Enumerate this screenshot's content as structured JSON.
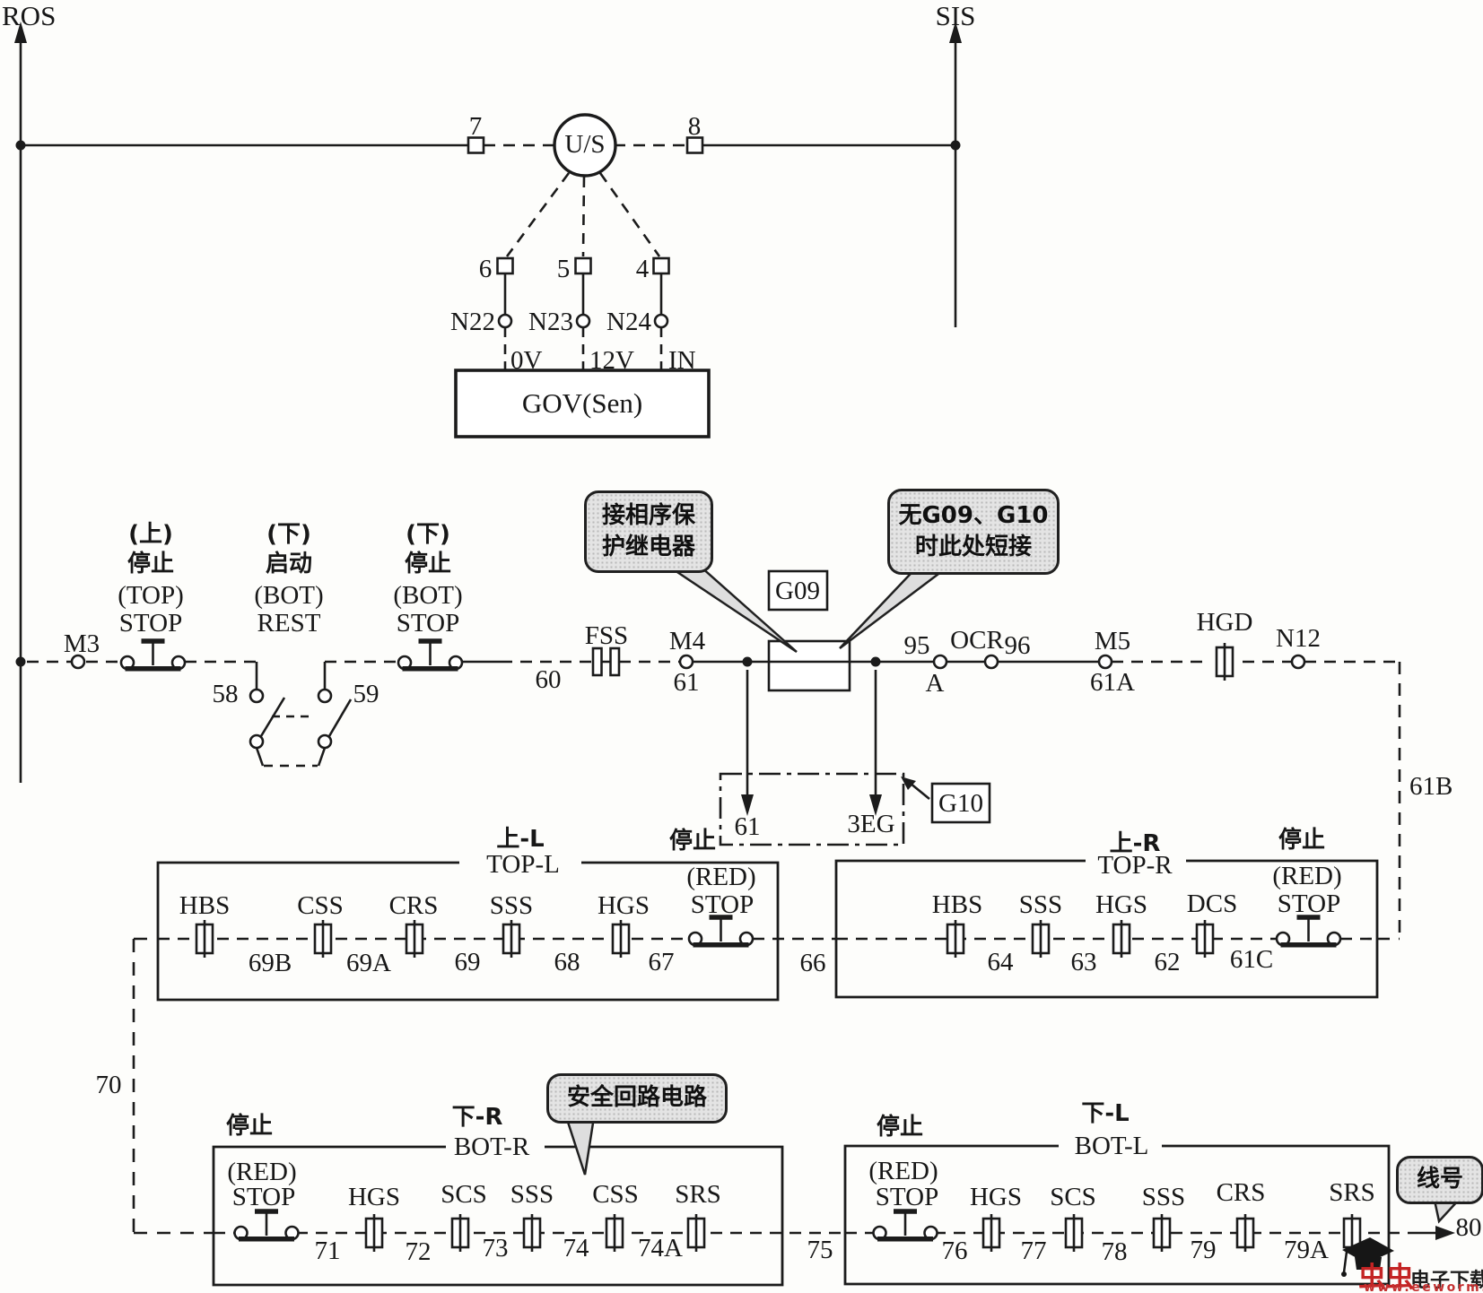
{
  "page": {
    "background": "#fdfdfb",
    "ink": "#1b1b1b",
    "accent_red": "#c42424",
    "bubble_bg": "#e4e4e4"
  },
  "buses": {
    "left": "ROS",
    "right": "SIS"
  },
  "governor": {
    "plug7": "7",
    "plug8": "8",
    "selector": "U/S",
    "plug6": "6",
    "plug5": "5",
    "plug4": "4",
    "t1": "N22",
    "t2": "N23",
    "t3": "N24",
    "p1": "0V",
    "p2": "12V",
    "p3": "IN",
    "unit": "GOV(Sen)"
  },
  "main_row": {
    "m3": "M3",
    "top_stop": {
      "l1": "(上)",
      "l2": "停止",
      "l3": "(TOP)",
      "l4": "STOP"
    },
    "bot_rest": {
      "l1": "(下)",
      "l2": "启动",
      "l3": "(BOT)",
      "l4": "REST"
    },
    "bot_stop": {
      "l1": "(下)",
      "l2": "停止",
      "l3": "(BOT)",
      "l4": "STOP"
    },
    "w58": "58",
    "w59": "59",
    "w60": "60",
    "fss": "FSS",
    "m4": "M4",
    "w61": "61",
    "w95": "95",
    "ocr": "OCR",
    "ocr_a": "A",
    "w96": "96",
    "m5": "M5",
    "w61a": "61A",
    "hgd": "HGD",
    "n12": "N12",
    "w61b": "61B"
  },
  "g09": {
    "tag": "G09",
    "in1": "61",
    "in2": "3EG",
    "g10": "G10"
  },
  "callouts": {
    "relay1": "接相序保",
    "relay2": "护继电器",
    "short1": "无G09、G10",
    "short2": "时此处短接",
    "safety": "安全回路电路",
    "wireno": "线号"
  },
  "top_l": {
    "cn": "上-L",
    "en": "TOP-L",
    "stop_cn": "停止",
    "stop_red": "(RED)",
    "stop_en": "STOP",
    "c1": "HBS",
    "c2": "CSS",
    "c3": "CRS",
    "c4": "SSS",
    "c5": "HGS",
    "n1": "69B",
    "n2": "69A",
    "n3": "69",
    "n4": "68",
    "n5": "67",
    "out": "66"
  },
  "top_r": {
    "cn": "上-R",
    "en": "TOP-R",
    "stop_cn": "停止",
    "stop_red": "(RED)",
    "stop_en": "STOP",
    "c1": "HBS",
    "c2": "SSS",
    "c3": "HGS",
    "c4": "DCS",
    "n1": "64",
    "n2": "63",
    "n3": "62",
    "n4": "61C"
  },
  "bot_r": {
    "cn": "下-R",
    "en": "BOT-R",
    "stop_cn": "停止",
    "stop_red": "(RED)",
    "stop_en": "STOP",
    "c1": "HGS",
    "c2": "SCS",
    "c3": "SSS",
    "c4": "CSS",
    "c5": "SRS",
    "n1": "71",
    "n2": "72",
    "n3": "73",
    "n4": "74",
    "n5": "74A",
    "out": "75"
  },
  "bot_l": {
    "cn": "下-L",
    "en": "BOT-L",
    "stop_cn": "停止",
    "stop_red": "(RED)",
    "stop_en": "STOP",
    "c1": "HGS",
    "c2": "SCS",
    "c3": "SSS",
    "c4": "CRS",
    "c5": "SRS",
    "n1": "76",
    "n2": "77",
    "n3": "78",
    "n4": "79",
    "n5": "79A",
    "out": "80"
  },
  "riser": {
    "w70": "70"
  },
  "watermark": {
    "brand": "虫虫",
    "site": "电子下载站",
    "url": "www.eeworm.com"
  }
}
